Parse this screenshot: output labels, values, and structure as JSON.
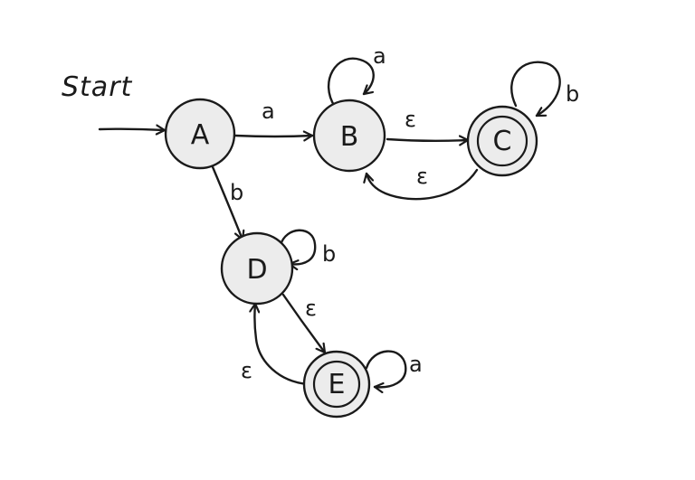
{
  "diagram": {
    "start_label": "Start",
    "states": [
      {
        "id": "A",
        "label": "A",
        "accepting": false,
        "start": true
      },
      {
        "id": "B",
        "label": "B",
        "accepting": false,
        "start": false
      },
      {
        "id": "C",
        "label": "C",
        "accepting": true,
        "start": false
      },
      {
        "id": "D",
        "label": "D",
        "accepting": false,
        "start": false
      },
      {
        "id": "E",
        "label": "E",
        "accepting": true,
        "start": false
      }
    ],
    "transitions": [
      {
        "from": "A",
        "to": "B",
        "label": "a"
      },
      {
        "from": "A",
        "to": "D",
        "label": "b"
      },
      {
        "from": "B",
        "to": "B",
        "label": "a"
      },
      {
        "from": "B",
        "to": "C",
        "label": "ε"
      },
      {
        "from": "C",
        "to": "B",
        "label": "ε"
      },
      {
        "from": "C",
        "to": "C",
        "label": "b"
      },
      {
        "from": "D",
        "to": "D",
        "label": "b"
      },
      {
        "from": "D",
        "to": "E",
        "label": "ε"
      },
      {
        "from": "E",
        "to": "D",
        "label": "ε"
      },
      {
        "from": "E",
        "to": "E",
        "label": "a"
      }
    ],
    "colors": {
      "stroke": "#1a1a1a",
      "state_fill": "#ececec",
      "background": "#ffffff"
    }
  }
}
